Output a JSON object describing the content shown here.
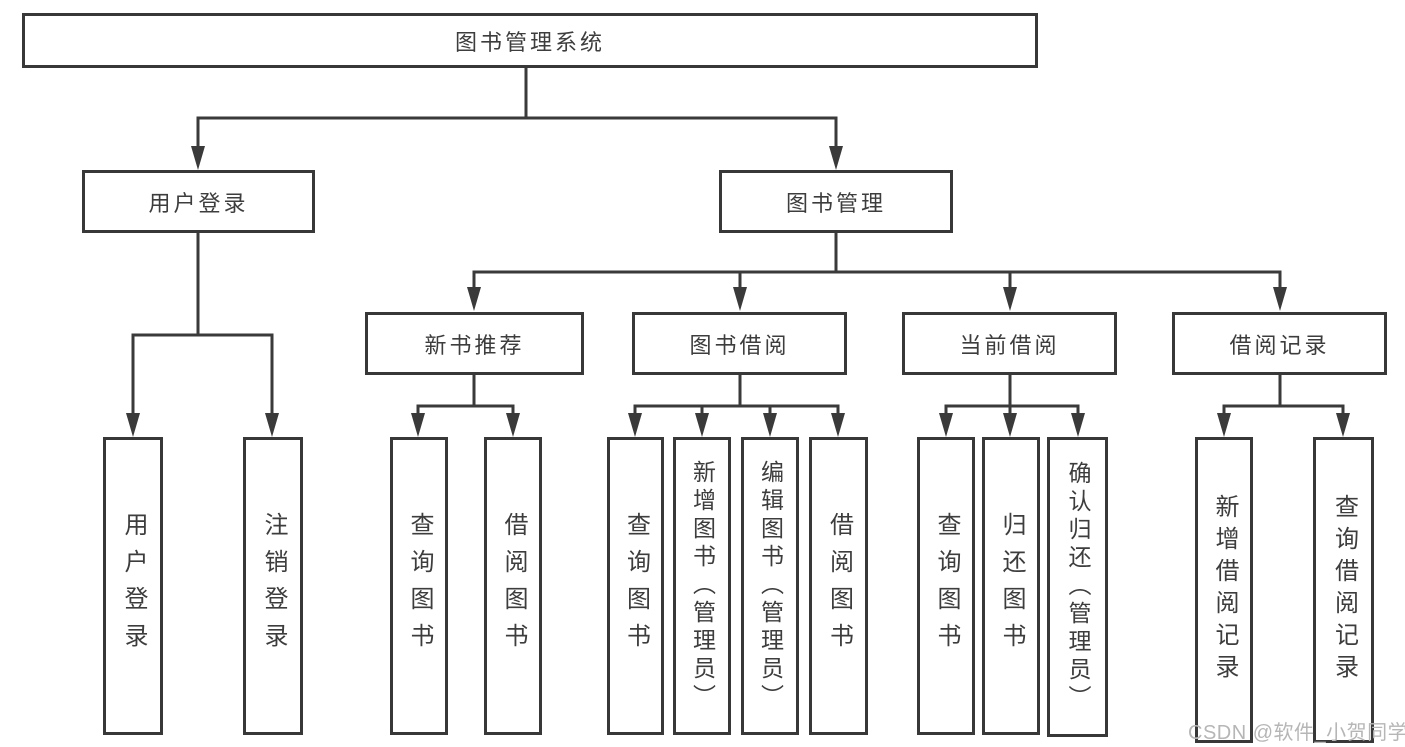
{
  "diagram": {
    "root": {
      "label": "图书管理系统"
    },
    "level1": [
      {
        "id": "user-login-group",
        "label": "用户登录"
      },
      {
        "id": "book-management",
        "label": "图书管理"
      }
    ],
    "level2": [
      {
        "id": "new-book-recommend",
        "parent": "图书管理",
        "label": "新书推荐"
      },
      {
        "id": "book-borrowing",
        "parent": "图书管理",
        "label": "图书借阅"
      },
      {
        "id": "current-borrowing",
        "parent": "图书管理",
        "label": "当前借阅"
      },
      {
        "id": "borrowing-records",
        "parent": "图书管理",
        "label": "借阅记录"
      }
    ],
    "leaves": [
      {
        "id": "user-login",
        "parent": "用户登录",
        "label": "用户登录"
      },
      {
        "id": "logout",
        "parent": "用户登录",
        "label": "注销登录"
      },
      {
        "id": "query-books-1",
        "parent": "新书推荐",
        "label": "查询图书"
      },
      {
        "id": "borrow-books-1",
        "parent": "新书推荐",
        "label": "借阅图书"
      },
      {
        "id": "query-books-2",
        "parent": "图书借阅",
        "label": "查询图书"
      },
      {
        "id": "add-books-admin",
        "parent": "图书借阅",
        "label": "新增图书（管理员）"
      },
      {
        "id": "edit-books-admin",
        "parent": "图书借阅",
        "label": "编辑图书（管理员）"
      },
      {
        "id": "borrow-books-2",
        "parent": "图书借阅",
        "label": "借阅图书"
      },
      {
        "id": "query-books-3",
        "parent": "当前借阅",
        "label": "查询图书"
      },
      {
        "id": "return-books",
        "parent": "当前借阅",
        "label": "归还图书"
      },
      {
        "id": "confirm-return-admin",
        "parent": "当前借阅",
        "label": "确认归还（管理员）"
      },
      {
        "id": "add-borrow-record",
        "parent": "借阅记录",
        "label": "新增借阅记录"
      },
      {
        "id": "query-borrow-record",
        "parent": "借阅记录",
        "label": "查询借阅记录"
      }
    ],
    "watermark": "CSDN @软件_小贺同学",
    "colors": {
      "background": "#ffffff",
      "line": "#3a3a3a",
      "border": "#383838",
      "text": "#3d3d3d",
      "watermark": "#b6b6b6"
    }
  }
}
